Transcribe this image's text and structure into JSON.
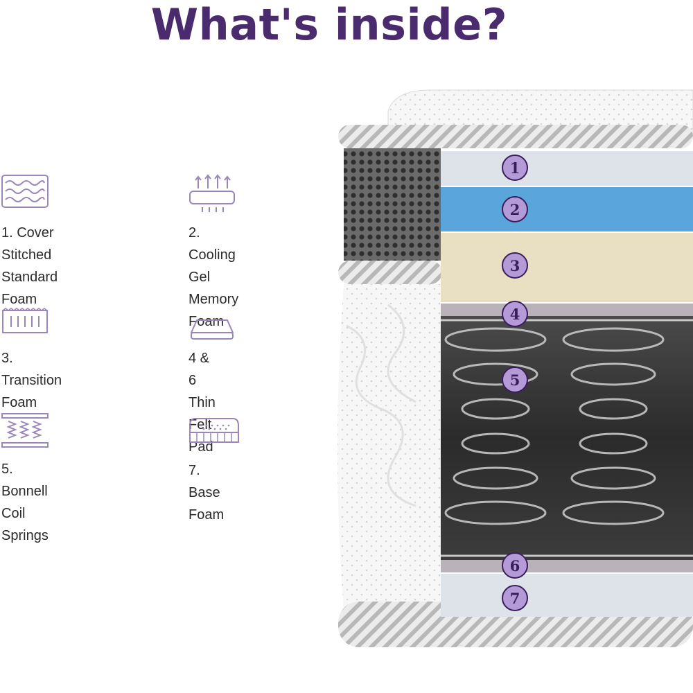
{
  "title": "What's inside?",
  "colors": {
    "title": "#4a2c6e",
    "icon_stroke": "#9a86b8",
    "badge_fill": "#b49ad6",
    "badge_stroke": "#3a1d5c",
    "cooling_gel": "#5aa6dc",
    "transition_foam": "#e9dfc2",
    "comfort_foam": "#dde3e8"
  },
  "legend": [
    {
      "icon": "wavy-foam-icon",
      "label": "1. Cover Stitched\nStandard Foam"
    },
    {
      "icon": "cooling-arrows-icon",
      "label": "2. Cooling Gel\nMemory Foam"
    },
    {
      "icon": "transition-foam-icon",
      "label": "3. Transition Foam"
    },
    {
      "icon": "felt-pad-icon",
      "label": "4 & 6 Thin Felt Pad"
    },
    {
      "icon": "coil-springs-icon",
      "label": "5. Bonnell Coil\nSprings"
    },
    {
      "icon": "base-foam-icon",
      "label": "7. Base Foam"
    }
  ],
  "layers": [
    "1",
    "2",
    "3",
    "4",
    "5",
    "6",
    "7"
  ]
}
